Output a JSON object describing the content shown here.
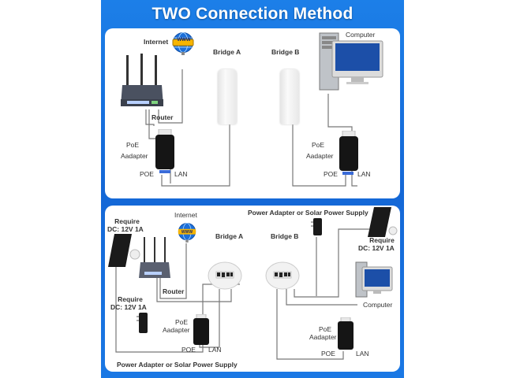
{
  "title": "TWO Connection Method",
  "method1": {
    "internet_label": "Internet",
    "www_label": "WWW",
    "router_label": "Router",
    "bridge_a_label": "Bridge A",
    "bridge_b_label": "Bridge B",
    "computer_label": "Computer",
    "poe_adapter_left": {
      "line1": "PoE",
      "line2": "Aadapter",
      "poe_port": "POE",
      "lan_port": "LAN"
    },
    "poe_adapter_right": {
      "line1": "PoE",
      "line2": "Aadapter",
      "poe_port": "POE",
      "lan_port": "LAN"
    }
  },
  "method2": {
    "internet_label": "Internet",
    "www_label": "WWW",
    "router_label": "Router",
    "bridge_a_label": "Bridge A",
    "bridge_b_label": "Bridge B",
    "computer_label": "Computer",
    "power_top_label": "Power Adapter or Solar Power Supply",
    "power_bottom_label": "Power Adapter or Solar Power Supply",
    "require_left": {
      "line1": "Require",
      "line2": "DC: 12V 1A"
    },
    "require_left_adapter": {
      "line1": "Require",
      "line2": "DC: 12V 1A"
    },
    "require_right": {
      "line1": "Require",
      "line2": "DC: 12V 1A"
    },
    "poe_adapter_left": {
      "line1": "PoE",
      "line2": "Aadapter",
      "poe_port": "POE",
      "lan_port": "LAN"
    },
    "poe_adapter_right": {
      "line1": "PoE",
      "line2": "Aadapter",
      "poe_port": "POE",
      "lan_port": "LAN"
    }
  },
  "colors": {
    "background_blue": "#1467d6",
    "panel": "#ffffff",
    "wire": "#777777",
    "text": "#333333"
  }
}
